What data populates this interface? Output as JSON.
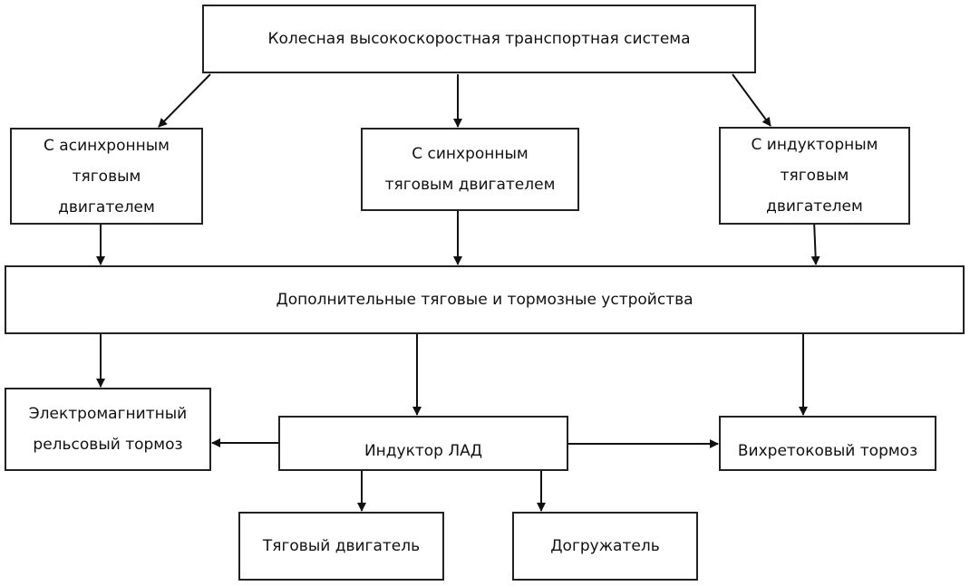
{
  "diagram": {
    "type": "flowchart",
    "nodes": [
      {
        "id": "root",
        "label": "Колесная высокоскоростная транспортная система"
      },
      {
        "id": "async",
        "label": "С асинхронным\nтяговым\nдвигателем"
      },
      {
        "id": "sync",
        "label": "С синхронным\nтяговым двигателем"
      },
      {
        "id": "inductor",
        "label": "С индукторным\nтяговым\nдвигателем"
      },
      {
        "id": "additional",
        "label": "Дополнительные тяговые и тормозные устройства"
      },
      {
        "id": "electromagnetic",
        "label": "Электромагнитный\nрельсовый тормоз"
      },
      {
        "id": "lad",
        "label": "Индуктор ЛАД"
      },
      {
        "id": "eddy",
        "label": "Вихретоковый тормоз"
      },
      {
        "id": "traction",
        "label": "Тяговый двигатель"
      },
      {
        "id": "loader",
        "label": "Догружатель"
      }
    ],
    "edges": [
      {
        "from": "root",
        "to": "async"
      },
      {
        "from": "root",
        "to": "sync"
      },
      {
        "from": "root",
        "to": "inductor"
      },
      {
        "from": "async",
        "to": "additional"
      },
      {
        "from": "sync",
        "to": "additional"
      },
      {
        "from": "inductor",
        "to": "additional"
      },
      {
        "from": "additional",
        "to": "electromagnetic"
      },
      {
        "from": "additional",
        "to": "lad"
      },
      {
        "from": "additional",
        "to": "eddy"
      },
      {
        "from": "lad",
        "to": "electromagnetic"
      },
      {
        "from": "lad",
        "to": "eddy"
      },
      {
        "from": "lad",
        "to": "traction"
      },
      {
        "from": "lad",
        "to": "loader"
      }
    ]
  }
}
